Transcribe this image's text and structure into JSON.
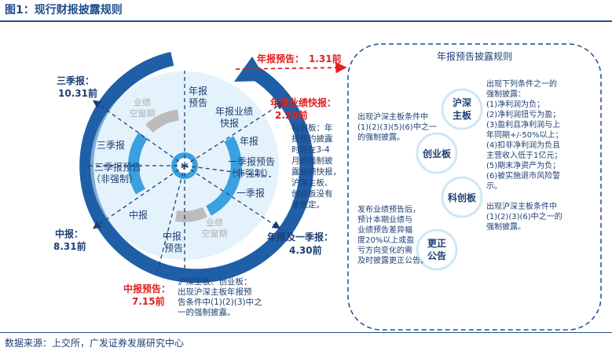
{
  "header": {
    "title": "图1：现行财报披露规则"
  },
  "footer": {
    "source": "数据来源：上交所，广发证券发展研究中心"
  },
  "deadlines": {
    "q3_label": "三季报：",
    "q3_date": "10.31前",
    "h1_label": "中报：",
    "h1_date": "8.31前",
    "annual_q1_label": "年报及一季报：",
    "annual_q1_date": "4.30前",
    "annual_forecast_label": "年报预告：",
    "annual_forecast_date": "1.31前",
    "annual_express_label": "年报业绩快报：",
    "annual_express_date": "2.28前",
    "h1_forecast_label": "中报预告：",
    "h1_forecast_date": "7.15前"
  },
  "wheel": {
    "annual_forecast": [
      "年报",
      "预告"
    ],
    "annual_express": [
      "年报业绩",
      "快报"
    ],
    "annual_report": "年报",
    "q1_forecast": [
      "一季报预告",
      "（非强制）"
    ],
    "q1_report": "一季报",
    "h1_forecast": [
      "中报",
      "预告"
    ],
    "h1_report": "中报",
    "q3_forecast": [
      "三季报预告",
      "（非强制）"
    ],
    "q3_report": "三季报",
    "quiet_top": [
      "业绩",
      "空窗期"
    ],
    "quiet_bottom": [
      "业绩",
      "空窗期"
    ]
  },
  "notes": {
    "tech_board": [
      "科创板：年",
      "报预约披露",
      "时间在3-4",
      "月的强制披",
      "露业绩快报，",
      "沪深主板、",
      "创业板没有",
      "该规定。"
    ],
    "h1_forecast_note": [
      "沪深主板、创业板：",
      "出现沪深主板年报预",
      "告条件中(1)(2)(3)中之",
      "一的强制披露。"
    ]
  },
  "panel": {
    "title": "年报预告披露规则",
    "shsz_board": [
      "沪深",
      "主板"
    ],
    "chinext": "创业板",
    "star_market": "科创板",
    "correction": [
      "更正",
      "公告"
    ],
    "main_cond_note": [
      "出现沪深主板条件中",
      "(1)(2)(3)(5)(6)中之一",
      "的强制披露。"
    ],
    "conditions": [
      "出现下列条件之一的",
      "强制披露：",
      "(1)净利润为负；",
      "(2)净利润扭亏为盈；",
      "(3)盈利且净利润与上",
      "年同期+/-50%以上；",
      "(4)扣非净利润为负且",
      "主营收入低于1亿元；",
      "(5)期末净资产为负；",
      "(6)被实施退市风险警",
      "示。"
    ],
    "star_note": [
      "出现沪深主板条件中",
      "(1)(2)(3)(6)中之一的",
      "强制披露。"
    ],
    "correction_note": [
      "发布业绩预告后，",
      "预计本期业绩与",
      "业绩预告差异幅",
      "度20%以上或盈",
      "亏方向变化的需",
      "及时披露更正公告。"
    ]
  },
  "colors": {
    "dark_blue": "#1f5fa8",
    "mid_blue": "#3aa0df",
    "light_blue": "#cde7f7",
    "gray": "#bcbcbc",
    "red": "#e02020",
    "text": "#1d3f73"
  }
}
